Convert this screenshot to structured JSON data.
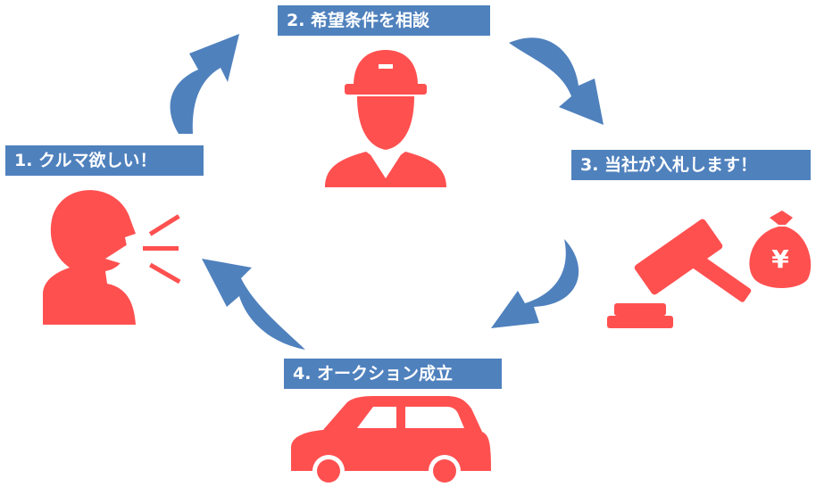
{
  "steps": [
    {
      "label": "1. クルマ欲しい！",
      "icon": "person-shouting-icon"
    },
    {
      "label": "2. 希望条件を相談",
      "icon": "staff-person-icon"
    },
    {
      "label": "3. 当社が入札します！",
      "icon": "gavel-money-bag-icon"
    },
    {
      "label": "4. オークション成立",
      "icon": "car-icon"
    }
  ],
  "money_symbol": "¥",
  "colors": {
    "label_bg": "#4f81bd",
    "arrow": "#4f81bd",
    "icon": "#ff5050",
    "label_text": "#ffffff"
  }
}
